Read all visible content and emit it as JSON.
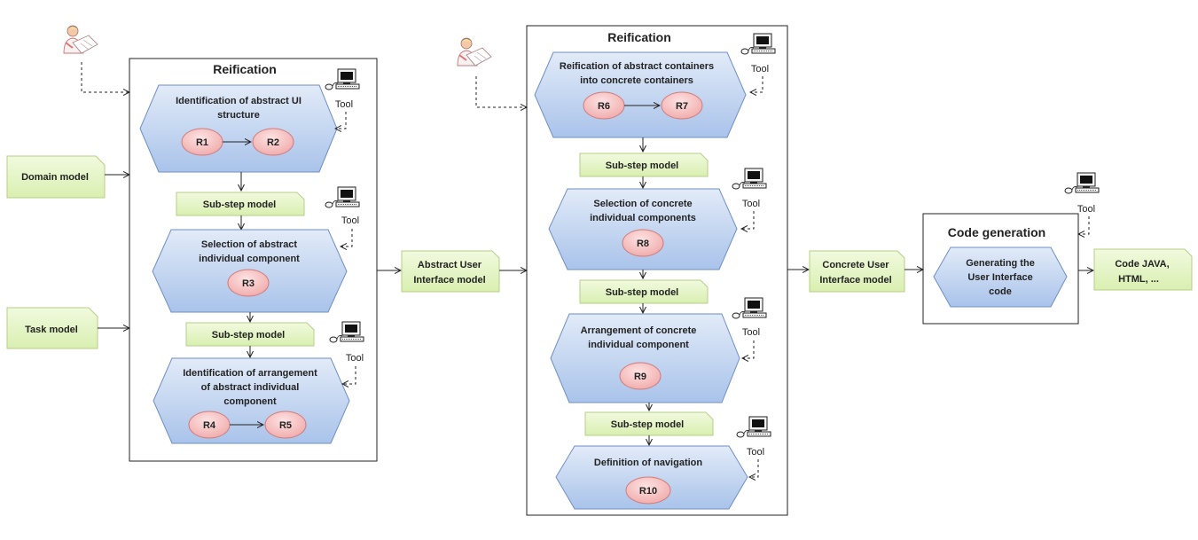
{
  "inputs": {
    "domain_model": "Domain model",
    "task_model": "Task model"
  },
  "tool_label": "Tool",
  "substep_label": "Sub-step model",
  "reification1": {
    "title": "Reification",
    "steps": [
      {
        "title_lines": [
          "Identification of abstract UI",
          "structure"
        ],
        "rules": [
          "R1",
          "R2"
        ]
      },
      {
        "title_lines": [
          "Selection of abstract",
          "individual component"
        ],
        "rules": [
          "R3"
        ]
      },
      {
        "title_lines": [
          "Identification of arrangement",
          "of abstract individual",
          "component"
        ],
        "rules": [
          "R4",
          "R5"
        ]
      }
    ]
  },
  "abstract_ui_model": [
    "Abstract User",
    "Interface model"
  ],
  "reification2": {
    "title": "Reification",
    "steps": [
      {
        "title_lines": [
          "Reification of abstract containers",
          "into concrete containers"
        ],
        "rules": [
          "R6",
          "R7"
        ]
      },
      {
        "title_lines": [
          "Selection of concrete",
          "individual components"
        ],
        "rules": [
          "R8"
        ]
      },
      {
        "title_lines": [
          "Arrangement of concrete",
          "individual component"
        ],
        "rules": [
          "R9"
        ]
      },
      {
        "title_lines": [
          "Definition of navigation"
        ],
        "rules": [
          "R10"
        ]
      }
    ]
  },
  "concrete_ui_model": [
    "Concrete User",
    "Interface model"
  ],
  "code_generation": {
    "title": "Code generation",
    "step_lines": [
      "Generating the",
      "User Interface",
      "code"
    ]
  },
  "output": [
    "Code JAVA,",
    "HTML, ..."
  ],
  "colors": {
    "hex_fill_top": "#dde8f7",
    "hex_fill_bottom": "#a9c3ea",
    "hex_stroke": "#6f8fc4",
    "rule_fill": "#f6b8b8",
    "rule_stroke": "#d27b7b",
    "note_fill": "#e6f5c8",
    "note_stroke": "#b5cf86"
  }
}
